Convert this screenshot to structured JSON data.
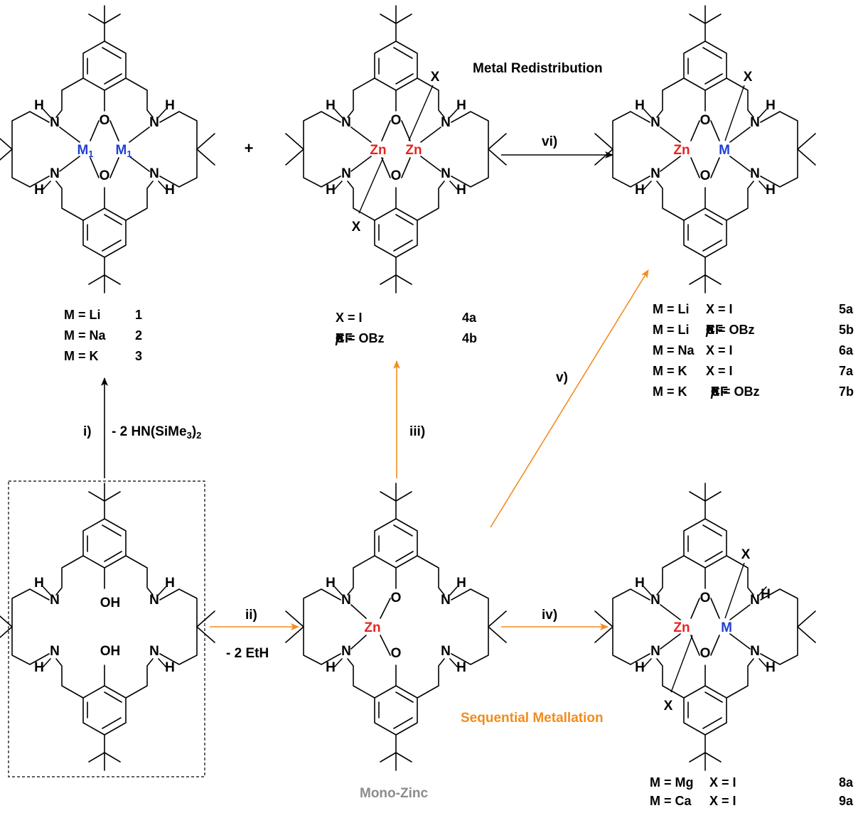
{
  "atoms": {
    "N": "N",
    "H": "H",
    "O": "O",
    "OH": "OH",
    "Zn": "Zn",
    "M": "M",
    "M1_base": "M",
    "M1_sub": "1",
    "X": "X"
  },
  "plus": "+",
  "colors": {
    "orange": "#f28c1f",
    "metal_red": "#e8231f",
    "metal_blue": "#1f3fd6",
    "grey_label": "#8c8c8c",
    "line": "#000000"
  },
  "headings": {
    "metal_redistribution": "Metal Redistribution",
    "sequential_metallation": "Sequential Metallation",
    "mono_zinc": "Mono-Zinc"
  },
  "steps": {
    "i": "i)",
    "i_byproduct": "- 2 HN(SiMe",
    "i_byproduct_sub": "3",
    "i_byproduct_end": ")",
    "i_byproduct_end_sub": "2",
    "ii": "ii)",
    "ii_byproduct": "- 2 EtH",
    "iii": "iii)",
    "iv": "iv)",
    "v": "v)",
    "vi": "vi)"
  },
  "tables": {
    "dimetal": [
      {
        "metal": "M = Li",
        "id": "1"
      },
      {
        "metal": "M = Na",
        "id": "2"
      },
      {
        "metal": "M = K",
        "id": "3"
      }
    ],
    "dizinc": [
      {
        "x": "X = I",
        "x_sub": "",
        "id": "4a"
      },
      {
        "x": "X = OBz",
        "x_ital": "p",
        "x_tail": "CF",
        "x_sub": "3",
        "id": "4b"
      }
    ],
    "zinc_alkali": [
      {
        "metal": "M = Li",
        "x": "X = I",
        "id": "5a"
      },
      {
        "metal": "M = Li",
        "x": "X = OBz",
        "x_ital": "p",
        "x_tail": "CF",
        "x_sub": "3",
        "id": "5b"
      },
      {
        "metal": "M = Na",
        "x": "X = I",
        "id": "6a"
      },
      {
        "metal": "M = K",
        "x": "X = I",
        "id": "7a"
      },
      {
        "metal": "M = K",
        "x": "X = OBz",
        "x_ital": "p",
        "x_tail": "CF",
        "x_sub": "3",
        "id": "7b"
      }
    ],
    "zinc_alkaline_earth": [
      {
        "metal": "M = Mg",
        "x": "X = I",
        "id": "8a"
      },
      {
        "metal": "M = Ca",
        "x": "X = I",
        "id": "9a"
      }
    ]
  }
}
